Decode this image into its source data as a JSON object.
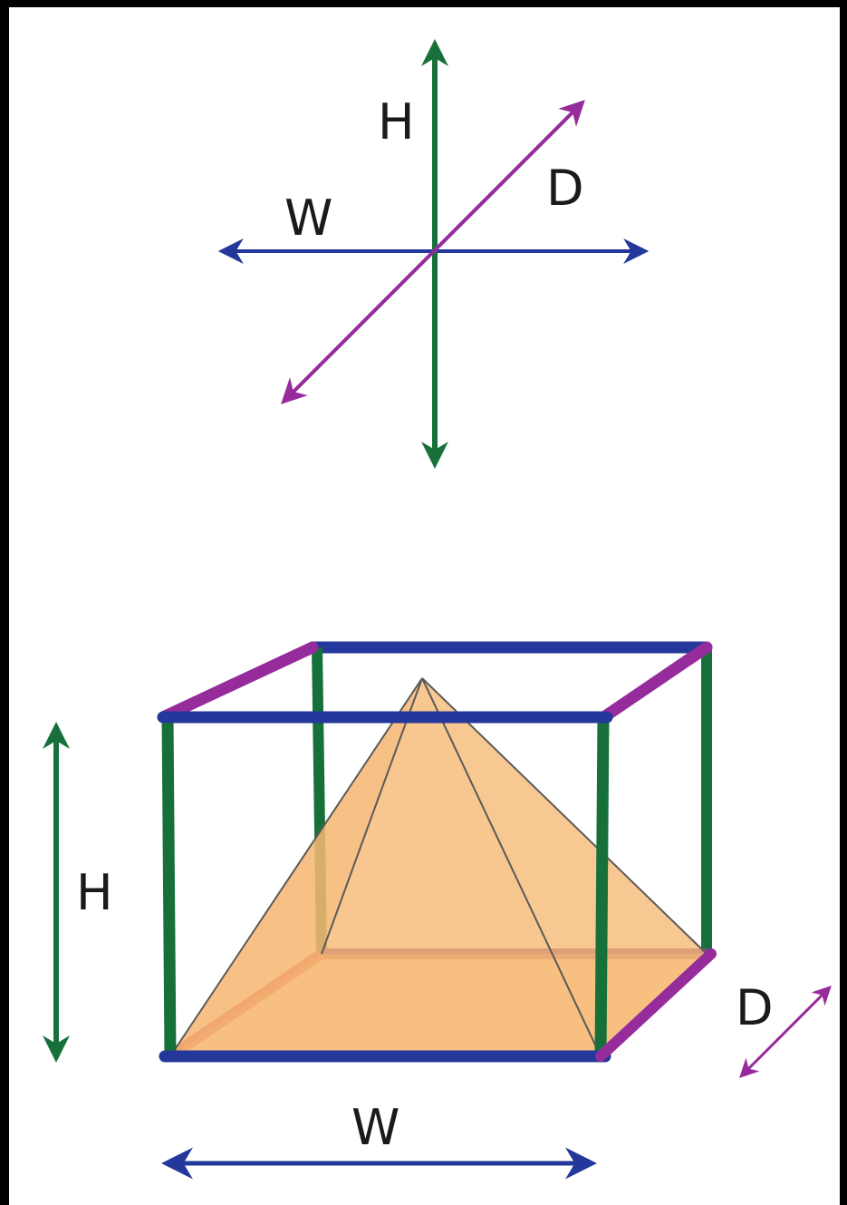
{
  "axes": {
    "height_label": "H",
    "width_label": "W",
    "depth_label": "D"
  },
  "box": {
    "height_label": "H",
    "width_label": "W",
    "depth_label": "D"
  },
  "colors": {
    "height": "#17703a",
    "width": "#24379a",
    "depth": "#962b9c",
    "pyramid_fill": "#f6b872",
    "background": "#ffffff",
    "frame": "#000000"
  }
}
